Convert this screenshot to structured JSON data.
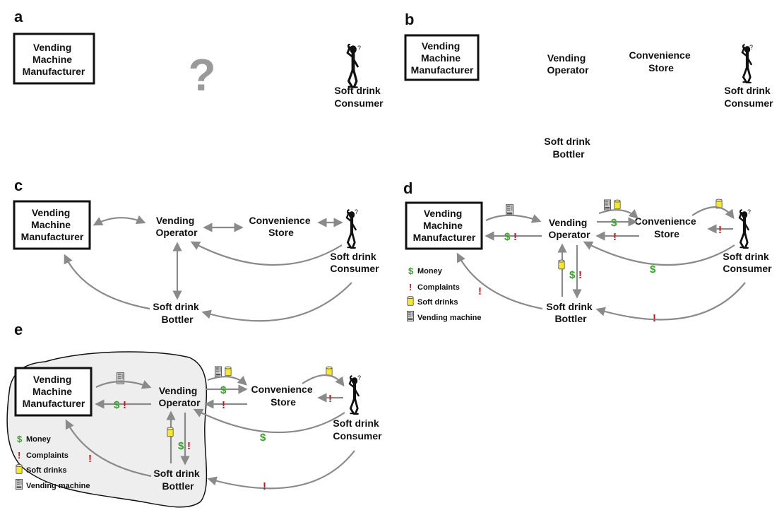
{
  "panels": {
    "a": "a",
    "b": "b",
    "c": "c",
    "d": "d",
    "e": "e"
  },
  "nodes": {
    "manufacturer": [
      "Vending",
      "Machine",
      "Manufacturer"
    ],
    "operator": [
      "Vending",
      "Operator"
    ],
    "store": [
      "Convenience",
      "Store"
    ],
    "consumer": [
      "Soft drink",
      "Consumer"
    ],
    "bottler": [
      "Soft drink",
      "Bottler"
    ]
  },
  "question_mark": "?",
  "consumer_thought": "?",
  "legend": {
    "money": "Money",
    "complaints": "Complaints",
    "soft_drinks": "Soft drinks",
    "vending_machine": "Vending machine"
  },
  "symbols": {
    "money": "$",
    "complaint": "!"
  },
  "colors": {
    "money": "#3aa02a",
    "complaint": "#c4161c",
    "arrow": "#8a8a8a",
    "can": "#f5e830",
    "cloud_fill": "#eeeeee"
  }
}
